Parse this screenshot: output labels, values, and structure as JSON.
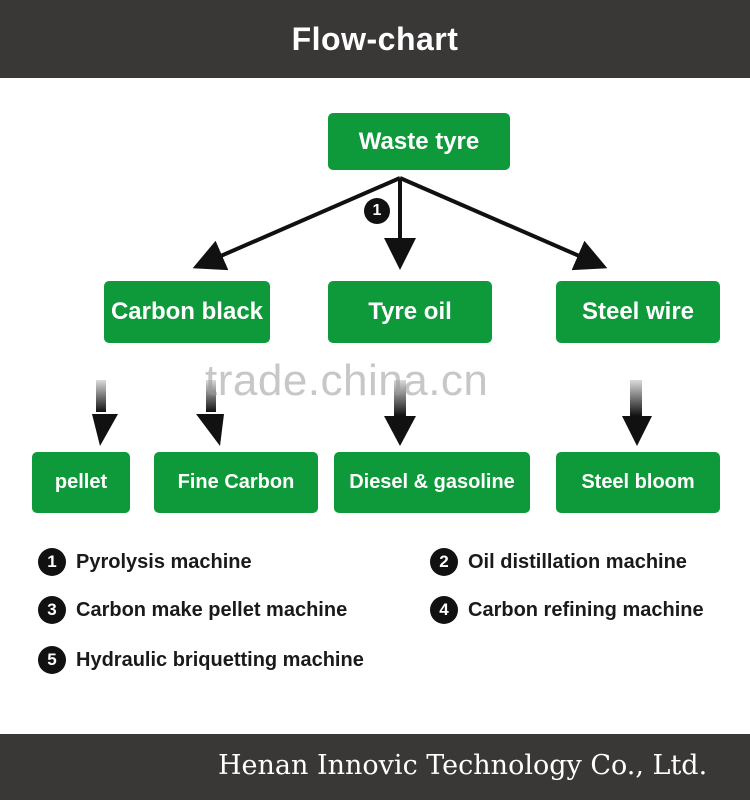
{
  "header": {
    "title": "Flow-chart"
  },
  "nodes": {
    "waste_tyre": "Waste tyre",
    "carbon_black": "Carbon black",
    "tyre_oil": "Tyre oil",
    "steel_wire": "Steel wire",
    "pellet": "pellet",
    "fine_carbon": "Fine Carbon",
    "diesel_gasoline": "Diesel & gasoline",
    "steel_bloom": "Steel bloom"
  },
  "step_badge": "1",
  "legend": [
    {
      "num": "1",
      "label": "Pyrolysis machine"
    },
    {
      "num": "2",
      "label": "Oil distillation machine"
    },
    {
      "num": "3",
      "label": "Carbon make pellet machine"
    },
    {
      "num": "4",
      "label": "Carbon refining machine"
    },
    {
      "num": "5",
      "label": "Hydraulic briquetting machine"
    }
  ],
  "watermark": "trade.china.cn",
  "footer": {
    "text": "Henan Innovic Technology Co., Ltd."
  },
  "colors": {
    "node_green": "#0e9a3a",
    "bar_dark": "#3a3837",
    "badge_black": "#111111"
  }
}
